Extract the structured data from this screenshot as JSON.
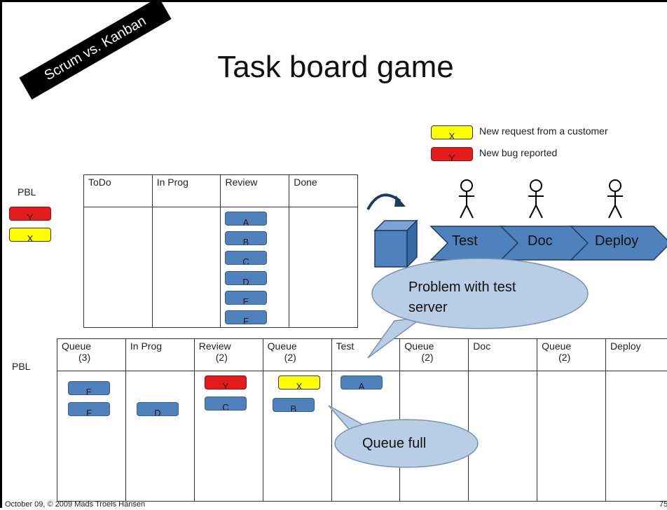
{
  "slide": {
    "title": "Task board game",
    "banner": "Scrum vs. Kanban",
    "footer": "October 09, © 2009 Mads Troels Hansen",
    "page_number": "75"
  },
  "legend": [
    {
      "card": "X",
      "text": "New request from a customer",
      "color": "#ffff00"
    },
    {
      "card": "Y",
      "text": "New bug reported",
      "color": "#e31b1b"
    }
  ],
  "scrum": {
    "pbl_label": "PBL",
    "pbl_cards": [
      "Y",
      "X"
    ],
    "columns": [
      "ToDo",
      "In Prog",
      "Review",
      "Done"
    ],
    "review_cards": [
      "A",
      "B",
      "C",
      "D",
      "E",
      "F"
    ]
  },
  "pipeline": {
    "stages": [
      "Test",
      "Doc",
      "Deploy"
    ],
    "callout": "Problem with test server"
  },
  "kanban": {
    "pbl_label": "PBL",
    "columns": [
      {
        "name": "Queue",
        "limit": "(3)"
      },
      {
        "name": "In Prog",
        "limit": ""
      },
      {
        "name": "Review",
        "limit": "(2)"
      },
      {
        "name": "Queue",
        "limit": "(2)"
      },
      {
        "name": "Test",
        "limit": ""
      },
      {
        "name": "Queue",
        "limit": "(2)"
      },
      {
        "name": "Doc",
        "limit": ""
      },
      {
        "name": "Queue",
        "limit": "(2)"
      },
      {
        "name": "Deploy",
        "limit": ""
      }
    ],
    "cards": {
      "queue1": [
        "E",
        "F"
      ],
      "inprog": [
        "D"
      ],
      "review": [
        "Y",
        "C"
      ],
      "queue2": [
        "X",
        "B"
      ],
      "test": [
        "A"
      ]
    },
    "callout": "Queue full"
  },
  "colors": {
    "card_blue": "#4f81bd",
    "card_red": "#e31b1b",
    "card_yellow": "#ffff00",
    "callout_fill": "#b9cde5"
  }
}
